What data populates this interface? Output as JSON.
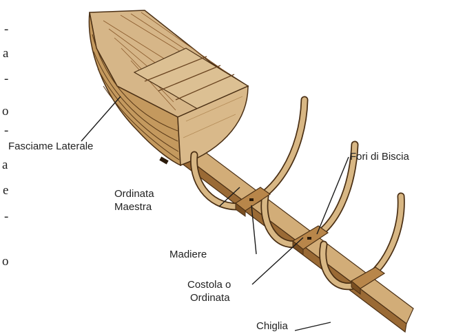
{
  "labels": {
    "fasciame": "Fasciame Laterale",
    "fori": "Fori di Biscia",
    "ordinata_maestra_1": "Ordinata",
    "ordinata_maestra_2": "Maestra",
    "madiere": "Madiere",
    "costola_1": "Costola o",
    "costola_2": "Ordinata",
    "chiglia": "Chiglia"
  },
  "left_margin_fragments": [
    "-",
    "a",
    "-",
    "o",
    "-",
    "a",
    "e",
    "-",
    "o"
  ],
  "colors": {
    "wood_light": "#d9b98a",
    "wood_mid": "#c49a62",
    "wood_dark": "#8a5a2b",
    "outline": "#4a2f14"
  }
}
